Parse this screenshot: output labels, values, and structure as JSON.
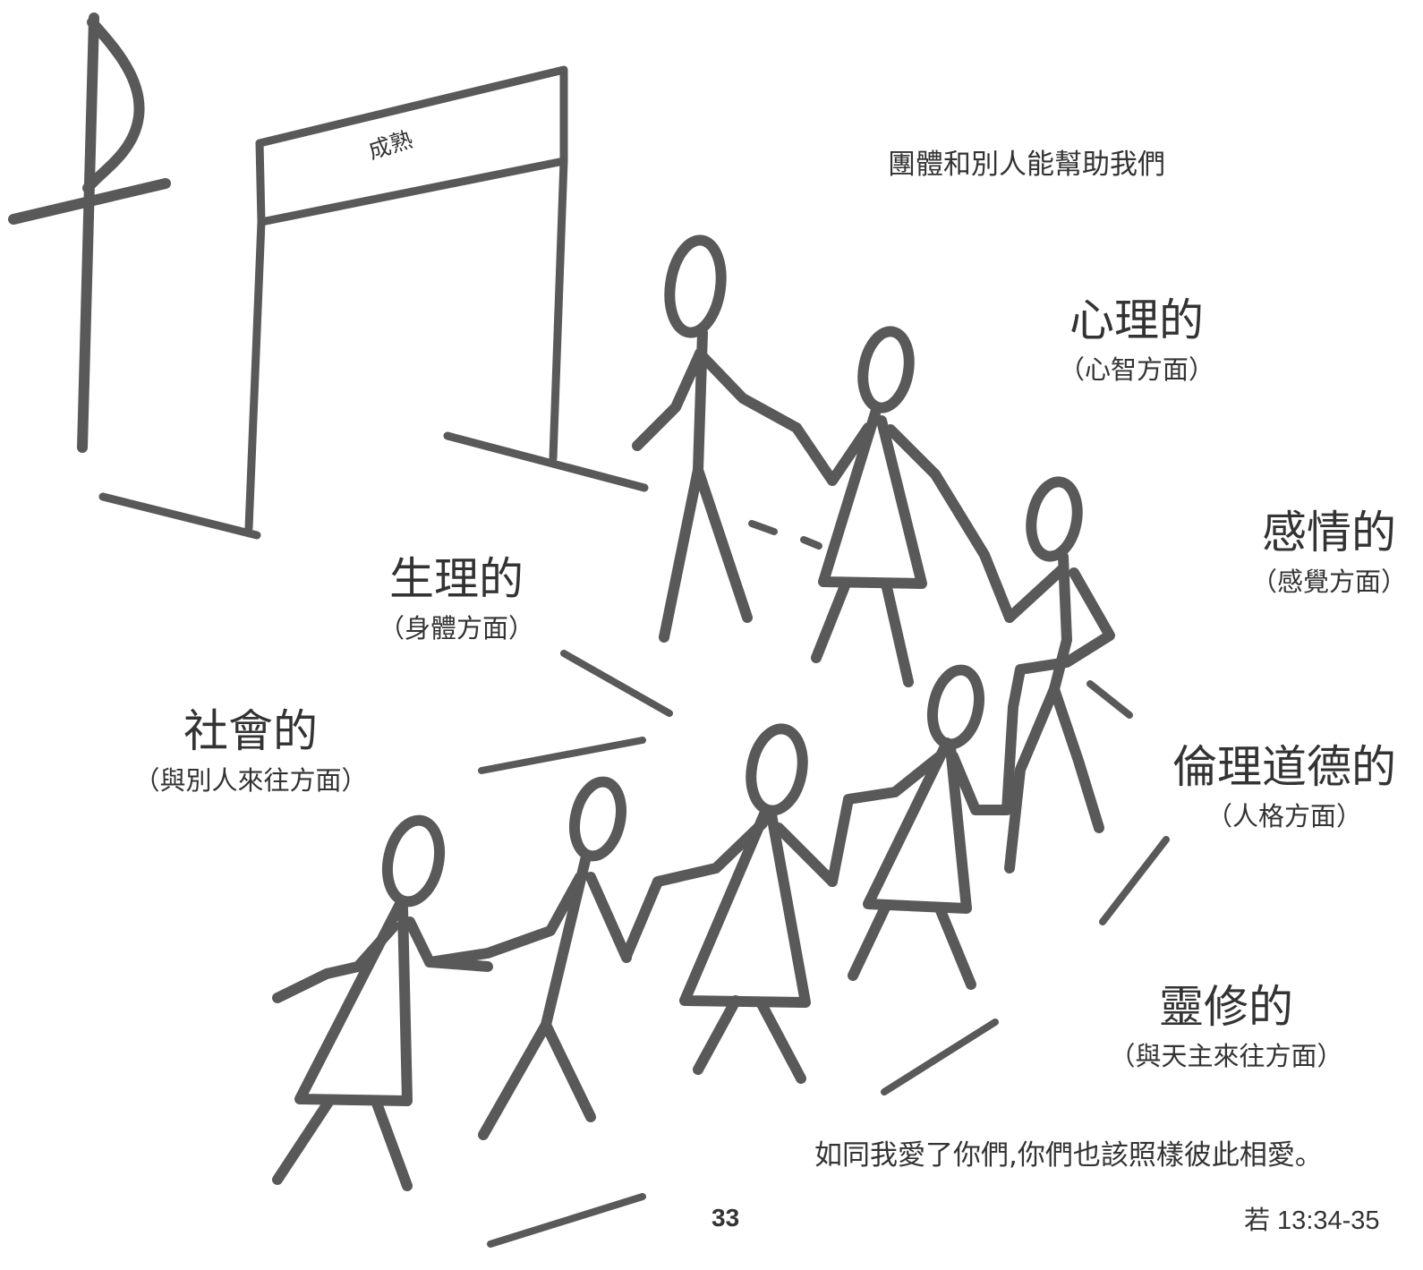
{
  "gate_sign": "成熟",
  "header_caption": "團體和別人能幫助我們",
  "aspects": {
    "psychological": {
      "title": "心理的",
      "subtitle": "（心智方面）"
    },
    "emotional": {
      "title": "感情的",
      "subtitle": "（感覺方面）"
    },
    "physical": {
      "title": "生理的",
      "subtitle": "（身體方面）"
    },
    "social": {
      "title": "社會的",
      "subtitle": "（與別人來往方面）"
    },
    "moral": {
      "title": "倫理道德的",
      "subtitle": "（人格方面）"
    },
    "spiritual": {
      "title": "靈修的",
      "subtitle": "（與天主來往方面）"
    }
  },
  "quote": "如同我愛了你們,你們也該照樣彼此相愛。",
  "page_number": "33",
  "citation": "若 13:34-35"
}
